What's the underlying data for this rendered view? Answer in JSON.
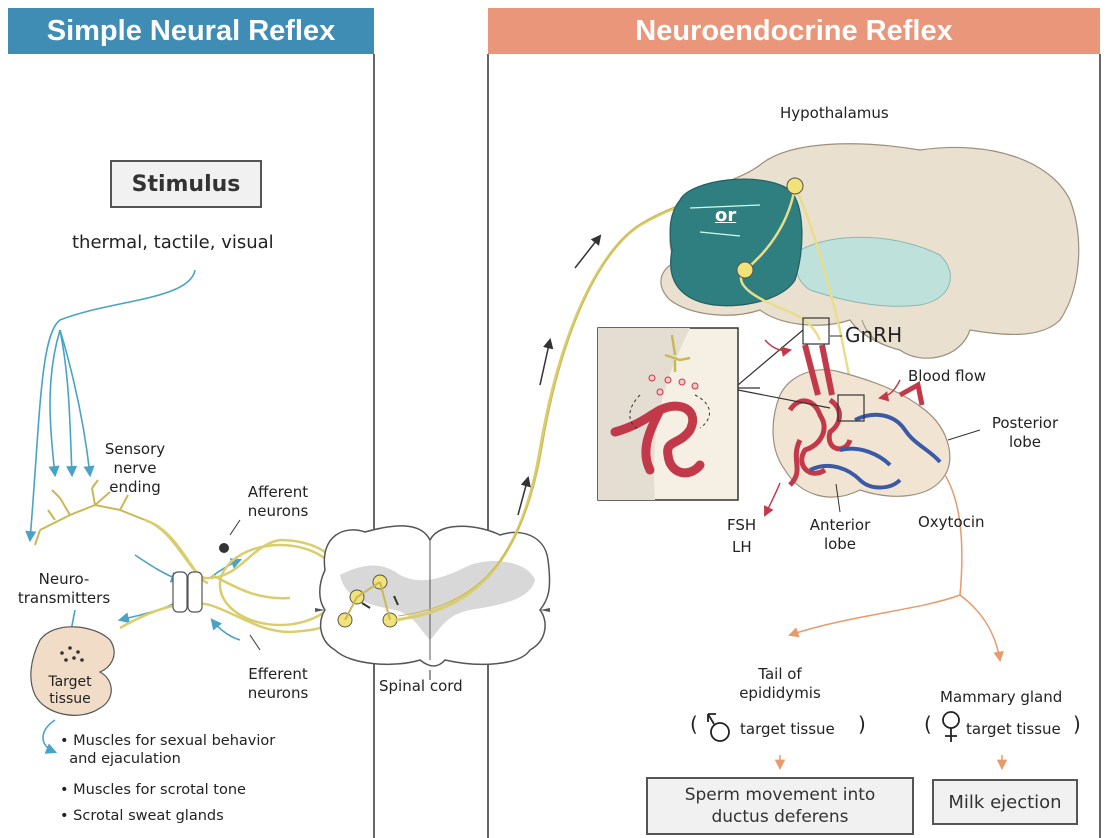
{
  "panels": {
    "left_title": "Simple Neural Reflex",
    "right_title": "Neuroendocrine Reflex"
  },
  "left": {
    "stimulus": "Stimulus",
    "stimulus_types": "thermal, tactile, visual",
    "sensory_line1": "Sensory",
    "sensory_line2": "nerve",
    "sensory_line3": "ending",
    "afferent_line1": "Afferent",
    "afferent_line2": "neurons",
    "neuro_line1": "Neuro-",
    "neuro_line2": "transmitters",
    "efferent_line1": "Efferent",
    "efferent_line2": "neurons",
    "spinal_cord": "Spinal cord",
    "target_line1": "Target",
    "target_line2": "tissue",
    "bullet1_line1": "Muscles for sexual behavior",
    "bullet1_line2": "and ejaculation",
    "bullet2": "Muscles for scrotal tone",
    "bullet3": "Scrotal sweat glands"
  },
  "right": {
    "hypothalamus": "Hypothalamus",
    "or_label": "or",
    "gnrh": "GnRH",
    "blood_flow": "Blood flow",
    "posterior_line1": "Posterior",
    "posterior_line2": "lobe",
    "anterior_line1": "Anterior",
    "anterior_line2": "lobe",
    "fsh": "FSH",
    "lh": "LH",
    "oxytocin": "Oxytocin",
    "tail_line1": "Tail of",
    "tail_line2": "epididymis",
    "male_target": "target tissue",
    "paren_open": "(",
    "paren_close": ")",
    "mammary": "Mammary gland",
    "female_target": "target tissue",
    "sperm_line1": "Sperm movement into",
    "sperm_line2": "ductus deferens",
    "milk": "Milk ejection"
  },
  "colors": {
    "left_header": "#3f8db5",
    "right_header": "#e9967a",
    "nerve": "#e6dc8c",
    "blue_arrow": "#4aa3c4",
    "blood_red": "#c23a4a",
    "vein_blue": "#3a5aa6",
    "brain_beige": "#eae0cf",
    "brain_teal": "#2f7f80",
    "orange_arrow": "#e89a6a"
  }
}
